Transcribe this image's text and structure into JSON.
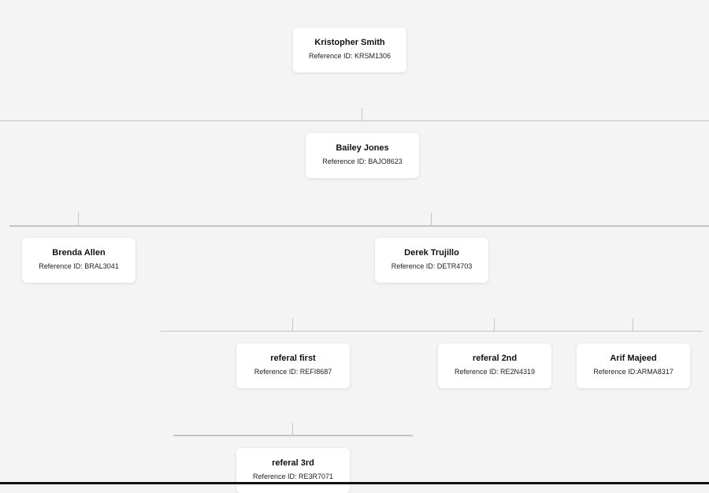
{
  "tree": {
    "ref_prefix": "Reference ID:",
    "nodes": [
      {
        "id": "n1",
        "name": "Kristopher Smith",
        "ref": "Reference ID: KRSM1306"
      },
      {
        "id": "n2",
        "name": "Bailey Jones",
        "ref": "Reference ID: BAJO8623"
      },
      {
        "id": "n3",
        "name": "Brenda Allen",
        "ref": "Reference ID: BRAL3041"
      },
      {
        "id": "n4",
        "name": "Derek Trujillo",
        "ref": "Reference ID: DETR4703"
      },
      {
        "id": "n5",
        "name": "referal first",
        "ref": "Reference ID: REFI8687"
      },
      {
        "id": "n6",
        "name": "referal 2nd",
        "ref": "Reference ID: RE2N4319"
      },
      {
        "id": "n7",
        "name": "Arif Majeed",
        "ref": "Reference ID:ARMA8317"
      },
      {
        "id": "n8",
        "name": "referal 3rd",
        "ref": "Reference ID: RE3R7071"
      }
    ],
    "links": [
      {
        "parent": "n1",
        "child": "n2"
      },
      {
        "parent": "n2",
        "child": "n3"
      },
      {
        "parent": "n2",
        "child": "n4"
      },
      {
        "parent": "n4",
        "child": "n5"
      },
      {
        "parent": "n4",
        "child": "n6"
      },
      {
        "parent": "n4",
        "child": "n7"
      },
      {
        "parent": "n5",
        "child": "n8"
      }
    ]
  }
}
